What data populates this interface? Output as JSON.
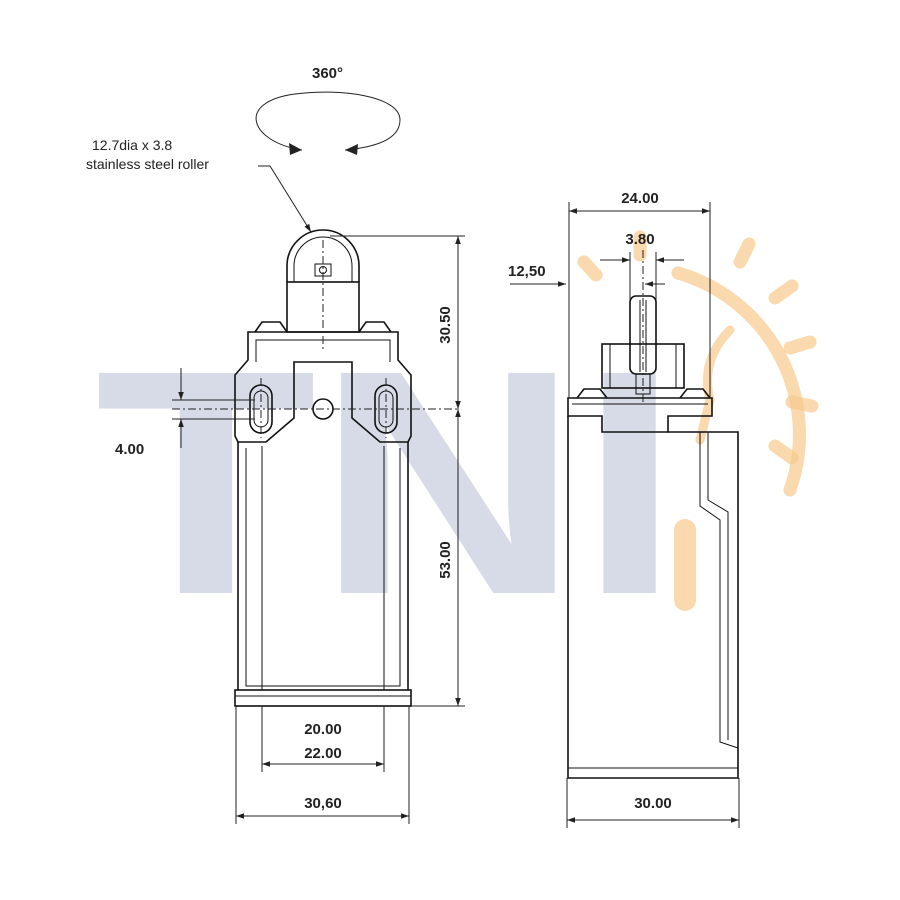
{
  "rotation_label": "360°",
  "roller_note": {
    "line1": "12.7dia x 3.8",
    "line2": "stainless steel roller"
  },
  "watermark": {
    "text": "TNI",
    "letter_color": "#c9cfe0",
    "sun_color": "#f6c98a"
  },
  "dimensions": {
    "front": {
      "actuator_height": "30.50",
      "hole_offset": "4.00",
      "body_height": "53.00",
      "inner_width_1": "20.00",
      "inner_width_2": "22.00",
      "total_width": "30,60"
    },
    "side": {
      "top_width": "24.00",
      "roller_width": "3.80",
      "offset": "12,50",
      "depth": "30.00"
    }
  }
}
